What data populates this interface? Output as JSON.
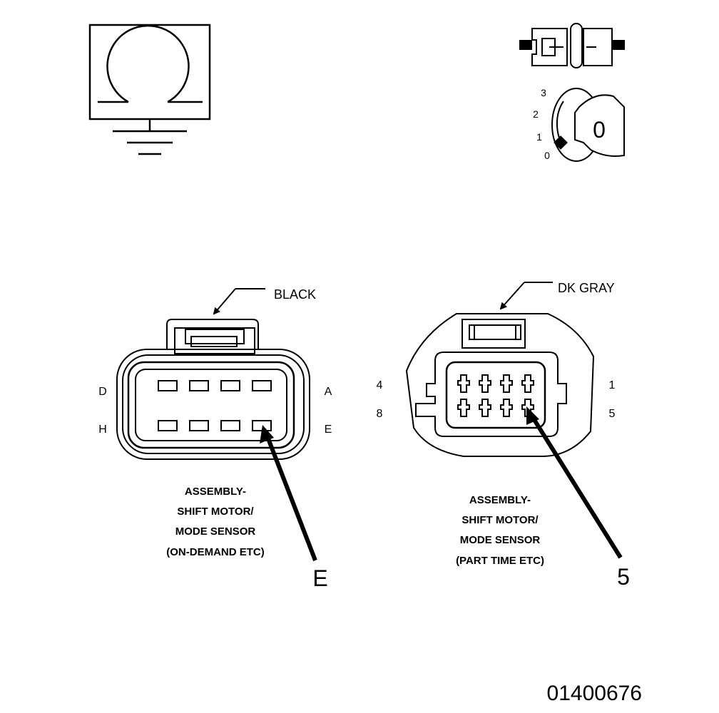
{
  "icons": {
    "ohmmeter": "ohm-with-ground-icon",
    "disconnect": "connector-disconnect-icon",
    "ignition": "ignition-key-icon"
  },
  "ignition_positions": [
    "3",
    "2",
    "1",
    "0"
  ],
  "ignition_key_label": "0",
  "left_connector": {
    "color_label": "BLACK",
    "pins_top": [
      "D",
      "A"
    ],
    "pins_bottom": [
      "H",
      "E"
    ],
    "title_lines": [
      "ASSEMBLY-",
      "SHIFT MOTOR/",
      "MODE SENSOR",
      "(ON-DEMAND ETC)"
    ],
    "probe_label": "E"
  },
  "right_connector": {
    "color_label": "DK GRAY",
    "pins_top": [
      "4",
      "1"
    ],
    "pins_bottom": [
      "8",
      "5"
    ],
    "title_lines": [
      "ASSEMBLY-",
      "SHIFT MOTOR/",
      "MODE SENSOR",
      "(PART TIME ETC)"
    ],
    "probe_label": "5"
  },
  "figure_id": "01400676"
}
